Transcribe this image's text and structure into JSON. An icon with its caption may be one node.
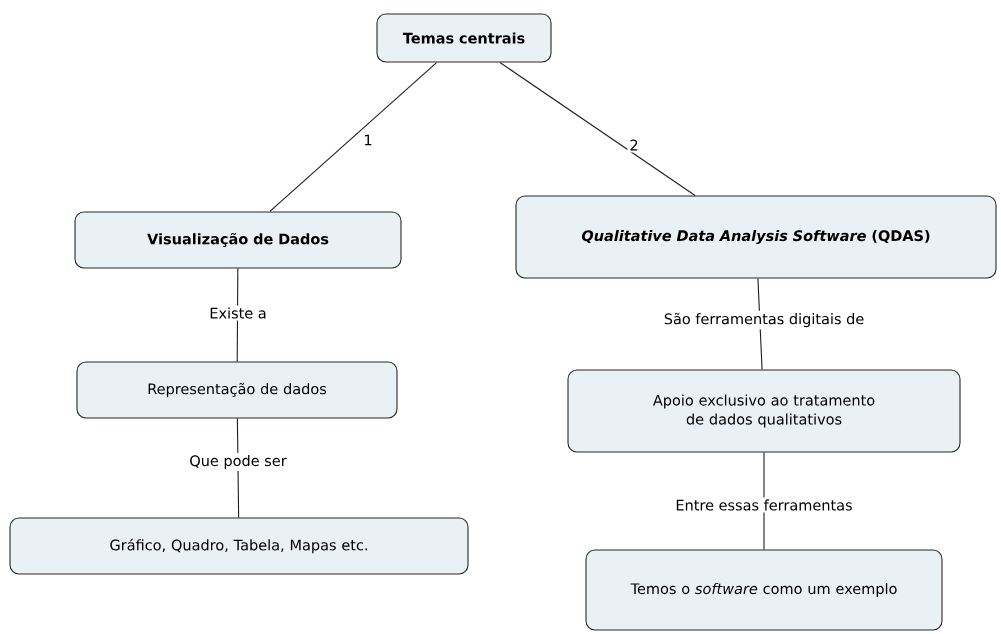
{
  "diagram": {
    "nodes": [
      {
        "text": [
          "Temas centrais"
        ]
      },
      {
        "text": [
          "Visualização de Dados"
        ]
      },
      {
        "text": [
          "*Qualitative Data Analysis Software* (QDAS)"
        ]
      },
      {
        "text": [
          "Representação de dados"
        ]
      },
      {
        "text": [
          "Gráfico, Quadro, Tabela, Mapas etc."
        ]
      },
      {
        "text": [
          "Apoio exclusivo ao tratamento de dados qualitativos"
        ]
      },
      {
        "text": [
          "Temos o *software* como um exemplo"
        ]
      }
    ],
    "edges": [
      {
        "from": 0,
        "to": 1,
        "arrow": "none",
        "label": "1"
      },
      {
        "from": 0,
        "to": 2,
        "arrow": "none",
        "label": "2"
      },
      {
        "from": 1,
        "to": 3,
        "arrow": "none",
        "label": "Existe a"
      },
      {
        "from": 3,
        "to": 4,
        "arrow": "none",
        "label": "Que pode ser"
      },
      {
        "from": 2,
        "to": 5,
        "arrow": "none",
        "label": "São ferramentas digitais de"
      },
      {
        "from": 5,
        "to": 6,
        "arrow": "none",
        "label": "Entre essas ferramentas"
      }
    ]
  }
}
